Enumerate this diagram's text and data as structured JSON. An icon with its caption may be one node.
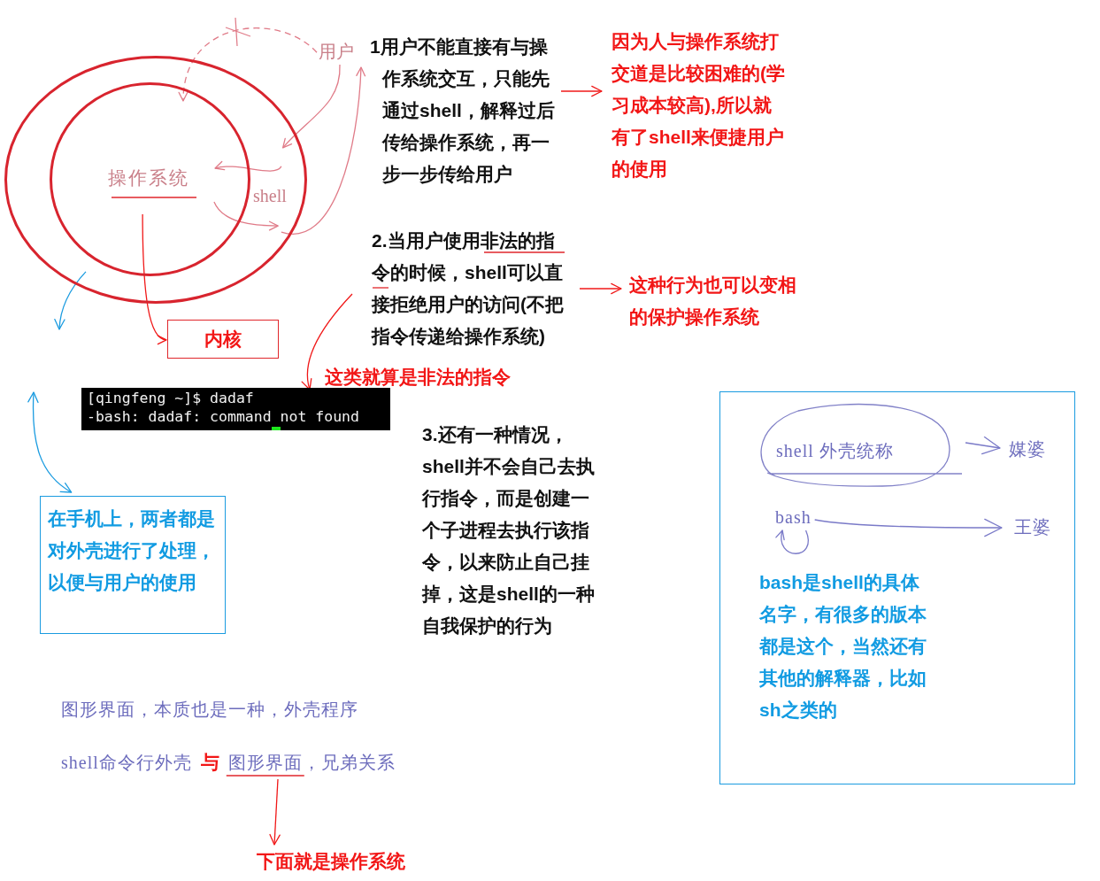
{
  "diagram": {
    "nodes": [
      {
        "text": [
          "shell"
        ]
      },
      {
        "text": [
          "操作系统"
        ],
        "in": 0
      },
      {
        "text": [
          "用户"
        ]
      },
      {
        "text": [
          "内核"
        ]
      },
      {
        "text": [
          "1用户不能直接有与操作系统交互，只能先通过shell，解释过后传给操作系统，再一步一步传给用户"
        ]
      },
      {
        "text": [
          "因为人与操作系统打交道是比较困难的(学习成本较高),所以就有了shell来便捷用户的使用"
        ]
      },
      {
        "text": [
          "2.当用户使用非法的指令的时候，shell可以直接拒绝用户的访问(不把指令传递给操作系统)"
        ]
      },
      {
        "text": [
          "这种行为也可以变相的保护操作系统"
        ]
      },
      {
        "text": [
          "[qingfeng ~]$ dadaf",
          "-bash: dadaf: command not found"
        ]
      },
      {
        "text": [
          "在手机上，两者都是对外壳进行了处理，以便与用户的使用"
        ]
      },
      {
        "text": [
          "3.还有一种情况，shell并不会自己去执行指令，而是创建一个子进程去执行该指令，以来防止自己挂掉，这是shell的一种自我保护的行为"
        ]
      },
      {
        "text": [
          "bash是shell的具体名字，有很多的版本都是这个，当然还有其他的解释器，比如sh之类的"
        ]
      },
      {
        "text": [
          "shell 外壳统称"
        ],
        "in": 11
      },
      {
        "text": [
          "媒婆"
        ],
        "in": 11
      },
      {
        "text": [
          "bash"
        ],
        "in": 11
      },
      {
        "text": [
          "王婆"
        ],
        "in": 11
      },
      {
        "text": [
          "shell命令行外壳",
          "与",
          "图形界面，兄弟关系"
        ]
      },
      {
        "text": [
          "下面就是操作系统"
        ]
      }
    ],
    "edges": [
      {
        "from": 2,
        "to": 1,
        "arrow": "to",
        "style": "dashed",
        "color": "#e07b88"
      },
      {
        "from": 2,
        "to": 0,
        "arrow": "to",
        "color": "#e07b88"
      },
      {
        "from": 0,
        "to": 1,
        "arrow": "to",
        "color": "#e07b88"
      },
      {
        "from": 1,
        "to": 0,
        "arrow": "to",
        "color": "#e07b88"
      },
      {
        "from": 0,
        "to": 2,
        "arrow": "to",
        "color": "#e07b88"
      },
      {
        "from": 1,
        "to": 3,
        "arrow": "to",
        "color": "#f01818"
      },
      {
        "from": 0,
        "to": null,
        "arrow": "to",
        "color": "#1a9be0"
      },
      {
        "from": null,
        "to": 9,
        "arrow": "both",
        "color": "#1a9be0"
      },
      {
        "from": 4,
        "to": 5,
        "arrow": "to",
        "color": "#f01818"
      },
      {
        "from": 6,
        "to": 7,
        "arrow": "to",
        "color": "#f01818"
      },
      {
        "from": 6,
        "to": 8,
        "arrow": "to",
        "label": "这类就算是非法的指令",
        "color": "#f01818"
      },
      {
        "from": 12,
        "to": 13,
        "arrow": "to",
        "color": "#7a7ac8"
      },
      {
        "from": 14,
        "to": 15,
        "arrow": "to",
        "color": "#7a7ac8"
      },
      {
        "from": 14,
        "to": 14,
        "arrow": "to",
        "color": "#7a7ac8"
      },
      {
        "from": 16,
        "to": 17,
        "arrow": "to",
        "color": "#f01818"
      }
    ],
    "labels": [
      "图形界面，本质也是一种，外壳程序"
    ]
  }
}
